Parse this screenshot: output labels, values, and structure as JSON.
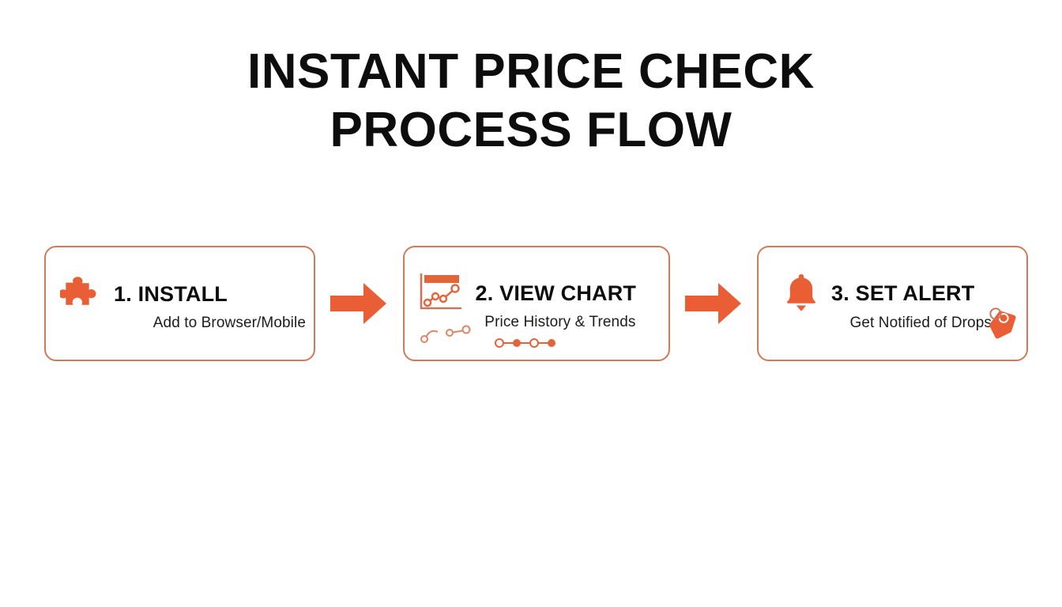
{
  "title": {
    "line1": "INSTANT PRICE CHECK",
    "line2": "PROCESS FLOW"
  },
  "theme": {
    "accent": "#EA5E35",
    "card_border": "#D2795A",
    "title_color": "#0D0D0D",
    "subtitle_color": "#1C1C1C",
    "background": "#FFFFFF"
  },
  "steps": [
    {
      "number": "1",
      "icon": "puzzle-piece-icon",
      "title": "1. INSTALL",
      "subtitle": "Add to Browser/Mobile"
    },
    {
      "number": "2",
      "icon": "line-chart-icon",
      "title": "2. VIEW CHART",
      "subtitle": "Price History & Trends"
    },
    {
      "number": "3",
      "icon": "bell-icon",
      "title": "3. SET ALERT",
      "subtitle": "Get Notified of Drops"
    }
  ],
  "connectors": [
    {
      "icon": "arrow-right-icon"
    },
    {
      "icon": "arrow-right-icon"
    }
  ],
  "decorations": {
    "price_tag": "price-tag-icon",
    "dot_track": "dot-track-icon",
    "squiggle": "squiggle-line-icon"
  }
}
